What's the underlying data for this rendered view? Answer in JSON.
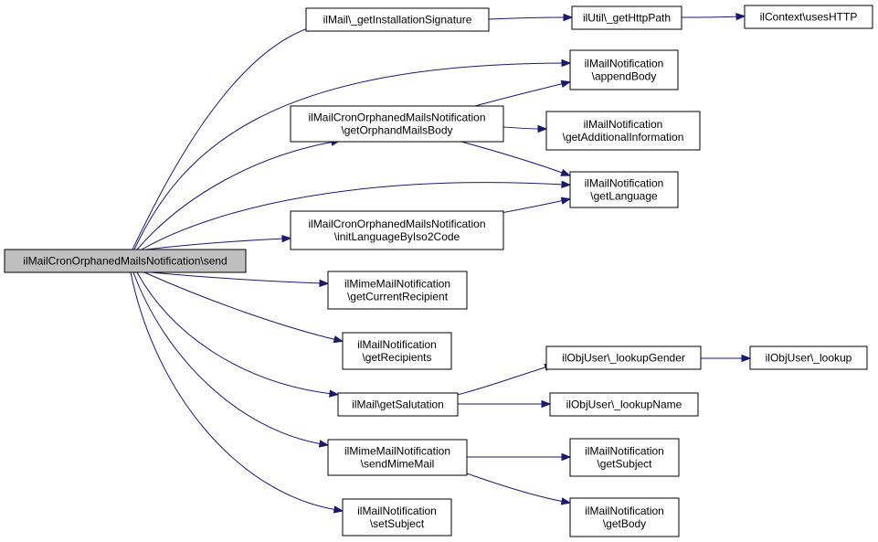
{
  "colors": {
    "edge": "#191970",
    "node_fill": "#ffffff",
    "root_fill": "#bfbfbf",
    "node_stroke": "#000000"
  },
  "nodes": [
    {
      "id": "send",
      "lines": [
        "ilMailCronOrphanedMailsNotification\\send"
      ],
      "root": true
    },
    {
      "id": "getInstallationSignature",
      "lines": [
        "ilMail\\_getInstallationSignature"
      ]
    },
    {
      "id": "getHttpPath",
      "lines": [
        "ilUtil\\_getHttpPath"
      ]
    },
    {
      "id": "usesHTTP",
      "lines": [
        "ilContext\\usesHTTP"
      ]
    },
    {
      "id": "appendBody",
      "lines": [
        "ilMailNotification",
        "\\appendBody"
      ]
    },
    {
      "id": "getOrphandMailsBody",
      "lines": [
        "ilMailCronOrphanedMailsNotification",
        "\\getOrphandMailsBody"
      ]
    },
    {
      "id": "getAdditionalInformation",
      "lines": [
        "ilMailNotification",
        "\\getAdditionalInformation"
      ]
    },
    {
      "id": "getLanguage",
      "lines": [
        "ilMailNotification",
        "\\getLanguage"
      ]
    },
    {
      "id": "initLanguageByIso2Code",
      "lines": [
        "ilMailCronOrphanedMailsNotification",
        "\\initLanguageByIso2Code"
      ]
    },
    {
      "id": "getCurrentRecipient",
      "lines": [
        "ilMimeMailNotification",
        "\\getCurrentRecipient"
      ]
    },
    {
      "id": "getRecipients",
      "lines": [
        "ilMailNotification",
        "\\getRecipients"
      ]
    },
    {
      "id": "lookupGender",
      "lines": [
        "ilObjUser\\_lookupGender"
      ]
    },
    {
      "id": "lookup",
      "lines": [
        "ilObjUser\\_lookup"
      ]
    },
    {
      "id": "getSalutation",
      "lines": [
        "ilMail\\getSalutation"
      ]
    },
    {
      "id": "lookupName",
      "lines": [
        "ilObjUser\\_lookupName"
      ]
    },
    {
      "id": "sendMimeMail",
      "lines": [
        "ilMimeMailNotification",
        "\\sendMimeMail"
      ]
    },
    {
      "id": "getSubject",
      "lines": [
        "ilMailNotification",
        "\\getSubject"
      ]
    },
    {
      "id": "getBody",
      "lines": [
        "ilMailNotification",
        "\\getBody"
      ]
    },
    {
      "id": "setSubject",
      "lines": [
        "ilMailNotification",
        "\\setSubject"
      ]
    }
  ],
  "edges": [
    {
      "from": "send",
      "to": "getInstallationSignature"
    },
    {
      "from": "send",
      "to": "appendBody"
    },
    {
      "from": "send",
      "to": "getOrphandMailsBody"
    },
    {
      "from": "send",
      "to": "getLanguage"
    },
    {
      "from": "send",
      "to": "initLanguageByIso2Code"
    },
    {
      "from": "send",
      "to": "getCurrentRecipient"
    },
    {
      "from": "send",
      "to": "getRecipients"
    },
    {
      "from": "send",
      "to": "getSalutation"
    },
    {
      "from": "send",
      "to": "sendMimeMail"
    },
    {
      "from": "send",
      "to": "setSubject"
    },
    {
      "from": "getInstallationSignature",
      "to": "getHttpPath"
    },
    {
      "from": "getHttpPath",
      "to": "usesHTTP"
    },
    {
      "from": "getOrphandMailsBody",
      "to": "appendBody"
    },
    {
      "from": "getOrphandMailsBody",
      "to": "getAdditionalInformation"
    },
    {
      "from": "getOrphandMailsBody",
      "to": "getLanguage"
    },
    {
      "from": "initLanguageByIso2Code",
      "to": "getLanguage"
    },
    {
      "from": "getSalutation",
      "to": "lookupGender"
    },
    {
      "from": "getSalutation",
      "to": "lookupName"
    },
    {
      "from": "lookupGender",
      "to": "lookup"
    },
    {
      "from": "sendMimeMail",
      "to": "getSubject"
    },
    {
      "from": "sendMimeMail",
      "to": "getBody"
    }
  ]
}
